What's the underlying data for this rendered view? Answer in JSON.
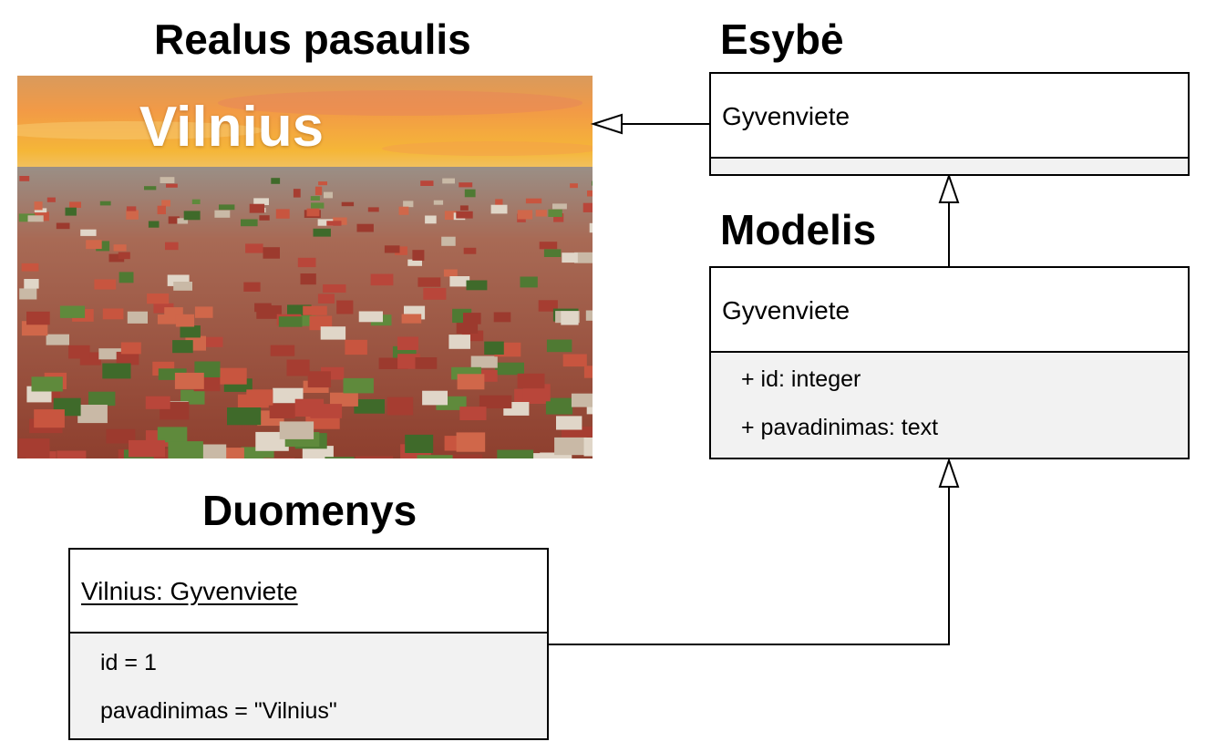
{
  "headings": {
    "real_world": "Realus pasaulis",
    "entity": "Esybė",
    "model": "Modelis",
    "data": "Duomenys"
  },
  "photo": {
    "title": "Vilnius"
  },
  "entity_box": {
    "name": "Gyvenviete"
  },
  "model_box": {
    "name": "Gyvenviete",
    "attributes": [
      "+ id: integer",
      "+ pavadinimas: text"
    ]
  },
  "data_box": {
    "name": "Vilnius: Gyvenviete",
    "attributes": [
      "id = 1",
      "pavadinimas = \"Vilnius\""
    ]
  },
  "colors": {
    "box_border": "#000000",
    "attribute_fill": "#f2f2f2",
    "sky_top": "#f29a46",
    "sky_horizon": "#f5b638",
    "roofs": "#b9463a"
  }
}
